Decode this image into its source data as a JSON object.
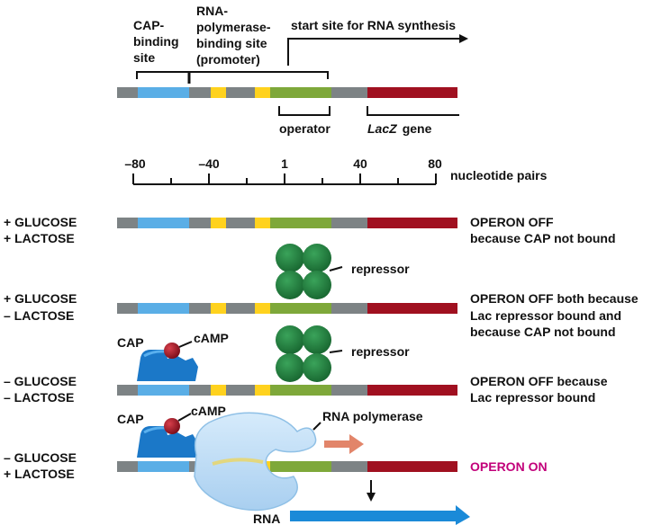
{
  "colors": {
    "gray": "#7d8385",
    "cap_site": "#5aaee6",
    "yellow": "#ffd21e",
    "operator": "#7ea83a",
    "lacz": "#a01020",
    "repressor": "#1f7a3c",
    "cap_protein": "#1b78c8",
    "camp": "#9b1421",
    "rna_pol": "#bcdcf5",
    "on_text": "#c2007a",
    "rna_arrow": "#1b8ad8",
    "transcription_arrow": "#e2856a"
  },
  "top_diagram": {
    "cap_binding_site": [
      "CAP-",
      "binding",
      "site"
    ],
    "promoter": [
      "RNA-",
      "polymerase-",
      "binding site",
      "(promoter)"
    ],
    "start_site": "start site for RNA synthesis",
    "operator": "operator",
    "gene_name": "LacZ",
    "gene_suffix": "gene"
  },
  "scale": {
    "ticks": [
      "–80",
      "–40",
      "1",
      "40",
      "80"
    ],
    "unit": "nucleotide pairs"
  },
  "rows": [
    {
      "conditions": [
        "+ GLUCOSE",
        "+ LACTOSE"
      ],
      "status": [
        "OPERON OFF",
        "because CAP not bound"
      ]
    },
    {
      "conditions": [
        "+ GLUCOSE",
        "– LACTOSE"
      ],
      "status": [
        "OPERON OFF both because",
        "Lac repressor bound and",
        "because CAP not bound"
      ],
      "repressor": "repressor"
    },
    {
      "conditions": [
        "– GLUCOSE",
        "– LACTOSE"
      ],
      "status": [
        "OPERON OFF because",
        "Lac repressor bound"
      ],
      "repressor": "repressor",
      "cap": "CAP",
      "camp": "cAMP"
    },
    {
      "conditions": [
        "– GLUCOSE",
        "+ LACTOSE"
      ],
      "status": [
        "OPERON ON"
      ],
      "cap": "CAP",
      "camp": "cAMP",
      "polymerase": "RNA polymerase",
      "rna": "RNA"
    }
  ]
}
